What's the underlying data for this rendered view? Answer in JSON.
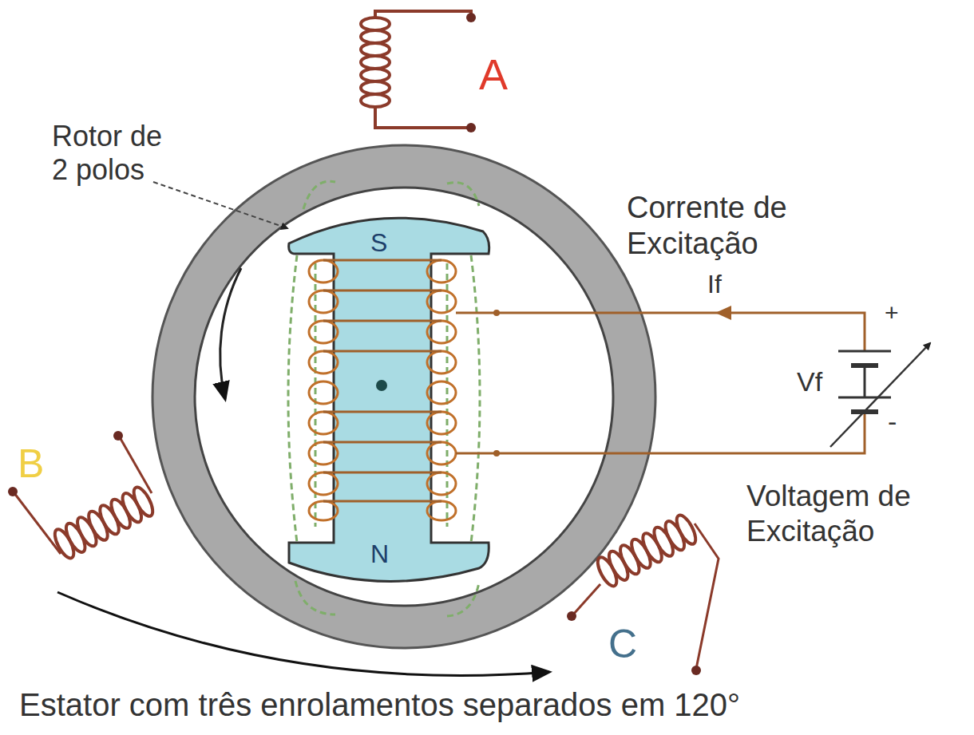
{
  "diagram": {
    "caption": "Estator com três enrolamentos separados em 120°",
    "labels": [
      "A",
      "Rotor de 2 polos",
      "Corrente de Excitação",
      "If",
      "+",
      "S",
      "Vf",
      "B",
      "N",
      "-",
      "Voltagem de Excitação",
      "C"
    ]
  }
}
